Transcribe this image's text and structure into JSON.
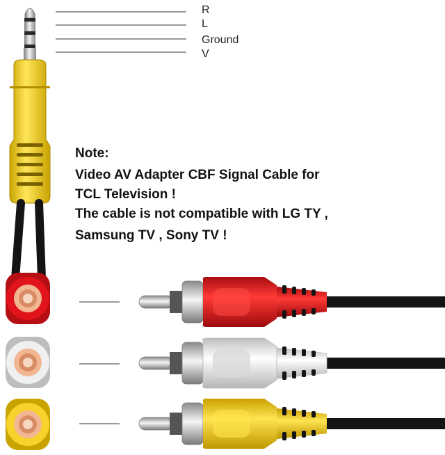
{
  "pin_labels": [
    "R",
    "L",
    "Ground",
    "V"
  ],
  "note": {
    "heading": "Note:",
    "lines": [
      "Video AV Adapter CBF Signal Cable for",
      "TCL Television !",
      "The cable is not compatible with LG TY ,",
      "Samsung TV , Sony TV !"
    ]
  },
  "colors": {
    "red": "#e0141a",
    "white": "#f2f2f2",
    "yellow": "#f6d22a",
    "copper": "#e9a47e",
    "cable": "#141414",
    "metal": "#c9c9c9"
  }
}
